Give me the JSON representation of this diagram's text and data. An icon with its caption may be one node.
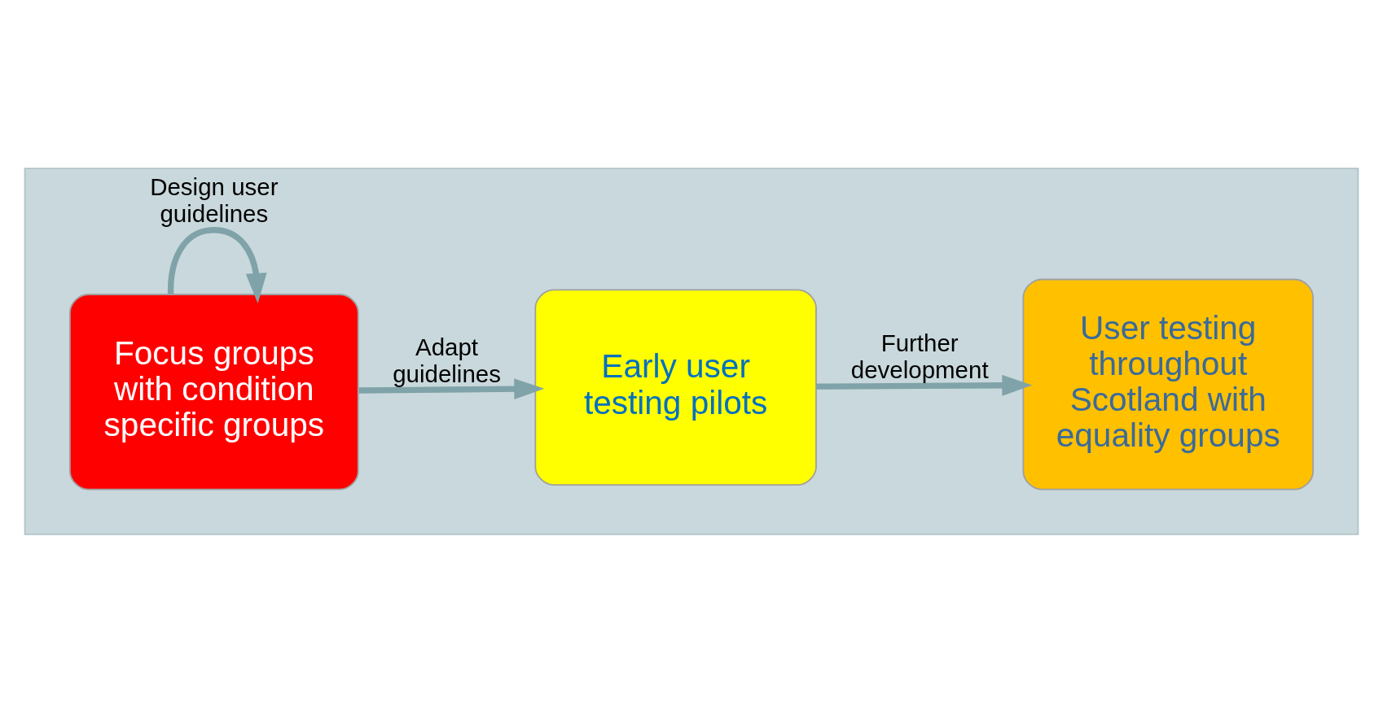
{
  "diagram": {
    "nodes": [
      {
        "text": [],
        "shape": "arrow"
      },
      {
        "text": [
          "Focus groups with condition specific groups"
        ],
        "in": 0
      },
      {
        "text": [
          "Early user testing pilots"
        ],
        "in": 0
      },
      {
        "text": [
          "User testing throughout Scotland with equality groups"
        ],
        "in": 0
      }
    ],
    "edges": [
      {
        "from": 1,
        "to": 1,
        "arrow": "to",
        "label": "Design user guidelines"
      },
      {
        "from": 1,
        "to": 2,
        "arrow": "to",
        "label": "Adapt guidelines"
      },
      {
        "from": 2,
        "to": 3,
        "arrow": "to",
        "label": "Further development"
      }
    ]
  }
}
